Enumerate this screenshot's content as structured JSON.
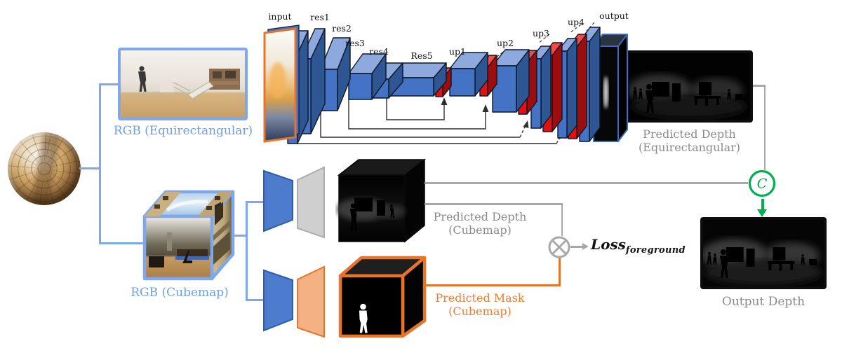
{
  "colors": {
    "accent_blue": "#7FA8EC",
    "box_blue": "#4472C4",
    "box_red": "#E01111",
    "orange": "#ED7D31",
    "gray_line": "#A8A8A8",
    "gray_text": "#8b8b8b",
    "green": "#00B050"
  },
  "icons": {
    "sphere": "spherical-360-photo",
    "multiply": "circled-times-multiply-operator",
    "concat": "circled-c-concatenate-operator",
    "encoder": "encoder-trapezoid",
    "decoder": "decoder-trapezoid"
  },
  "inputs": {
    "equirect_label": "RGB (Equirectangular)",
    "cubemap_label": "RGB (Cubemap)"
  },
  "network": {
    "layers": [
      "input",
      "res1",
      "res2",
      "res3",
      "res4",
      "Res5",
      "up1",
      "up2",
      "up3",
      "up4",
      "output"
    ]
  },
  "branch": {
    "depth_label_1": "Predicted Depth",
    "depth_label_2": "(Cubemap)",
    "mask_label_1": "Predicted Mask",
    "mask_label_2": "(Cubemap)"
  },
  "outputs": {
    "eq_depth_label_1": "Predicted Depth",
    "eq_depth_label_2": "(Equirectangular)",
    "final_label": "Output Depth"
  },
  "loss": {
    "name": "Loss",
    "subscript": "foreground"
  },
  "operators": {
    "concat": "C",
    "multiply": "×"
  }
}
